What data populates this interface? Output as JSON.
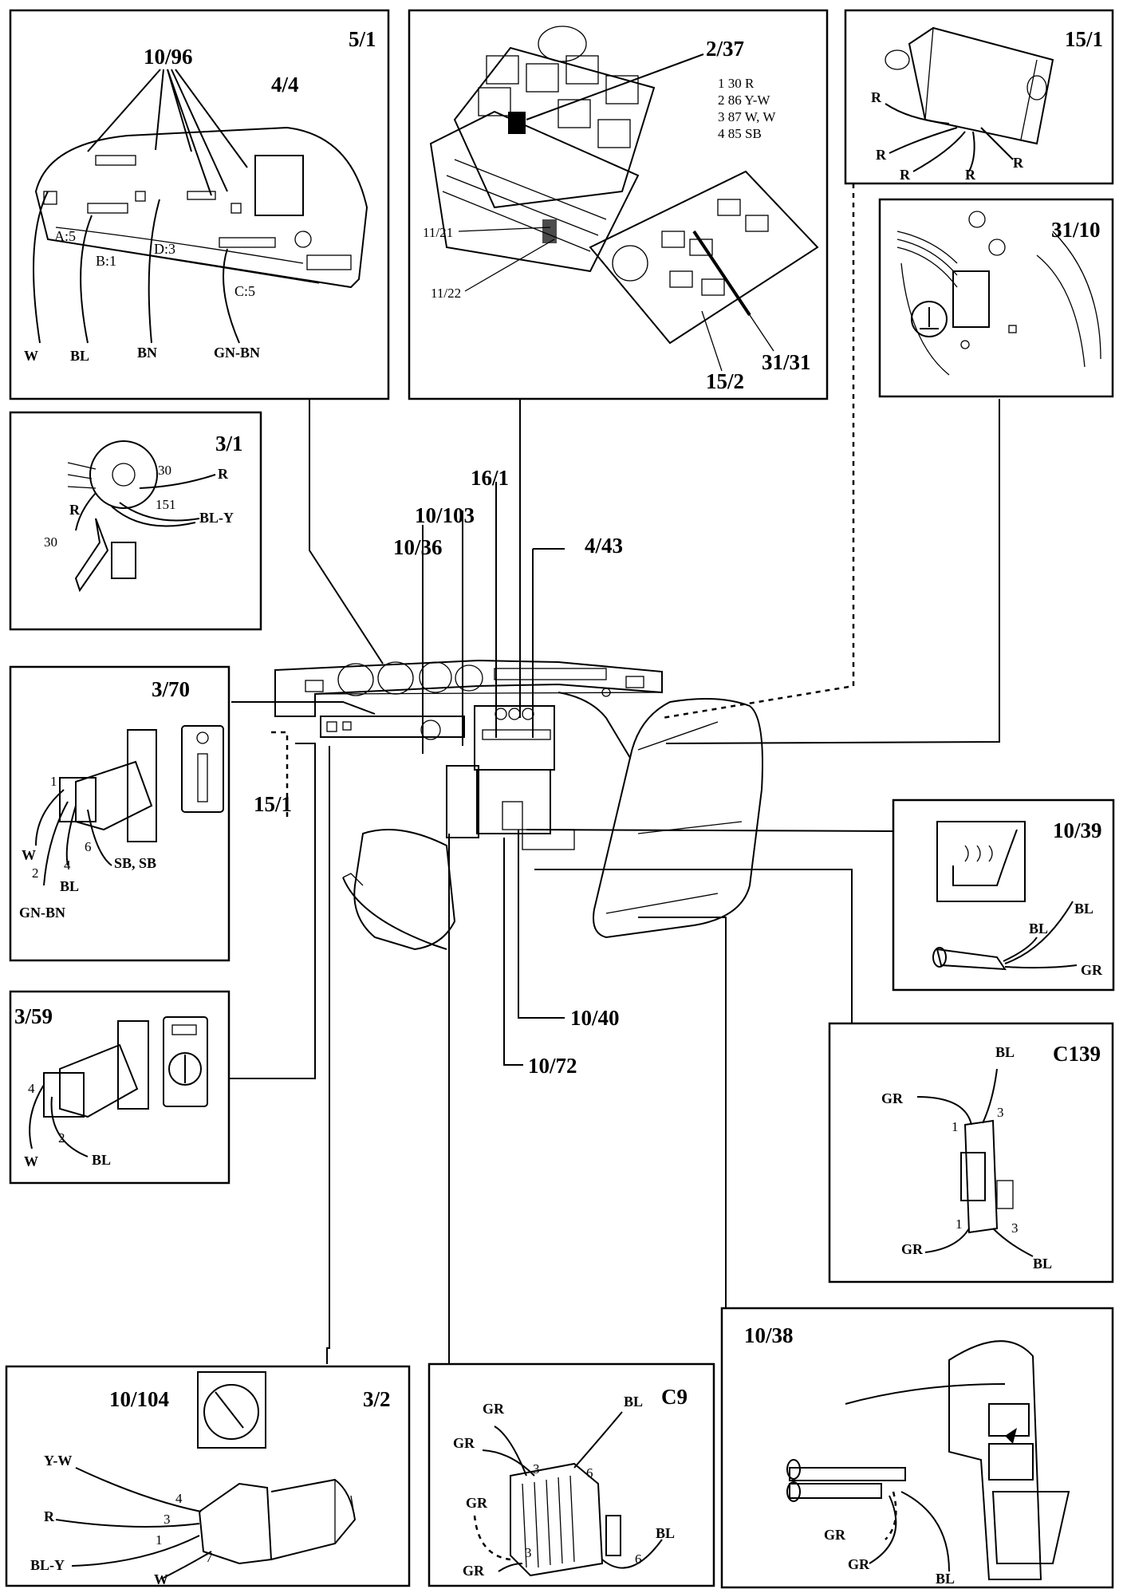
{
  "panels": {
    "p5_1": {
      "id": "5/1",
      "labels": [
        "10/96",
        "4/4"
      ],
      "connectors": [
        "A:5",
        "B:1",
        "D:3",
        "C:5"
      ],
      "wires": [
        "W",
        "BL",
        "BN",
        "GN-BN"
      ]
    },
    "p2_37": {
      "labels": [
        "2/37",
        "11/21",
        "11/22",
        "31/31",
        "15/2"
      ],
      "pin_table": [
        "1 30 R",
        "2 86 Y-W",
        "3 87 W, W",
        "4 85 SB"
      ]
    },
    "p15_1": {
      "id": "15/1",
      "wires": [
        "R",
        "R",
        "R",
        "R",
        "R"
      ]
    },
    "p31_10": {
      "id": "31/10"
    },
    "p3_1": {
      "id": "3/1",
      "pins": [
        "30",
        "30",
        "151"
      ],
      "wires": [
        "R",
        "R",
        "BL-Y"
      ]
    },
    "p3_70": {
      "id": "3/70",
      "pins": [
        "1",
        "2",
        "4",
        "6"
      ],
      "wires": [
        "W",
        "BL",
        "GN-BN",
        "SB, SB"
      ]
    },
    "p3_59": {
      "id": "3/59",
      "pins": [
        "4",
        "2"
      ],
      "wires": [
        "W",
        "BL"
      ]
    },
    "p10_39": {
      "id": "10/39",
      "wires": [
        "BL",
        "BL",
        "GR"
      ]
    },
    "pC139": {
      "id": "C139",
      "pins": [
        "1",
        "3",
        "1",
        "3"
      ],
      "wires": [
        "GR",
        "BL",
        "GR",
        "BL"
      ]
    },
    "p10_104": {
      "labels": [
        "10/104",
        "3/2"
      ],
      "pins": [
        "4",
        "3",
        "1",
        "7"
      ],
      "wires": [
        "Y-W",
        "R",
        "BL-Y",
        "W"
      ]
    },
    "pC9": {
      "id": "C9",
      "pins": [
        "3",
        "6",
        "3",
        "6"
      ],
      "wires": [
        "GR",
        "GR",
        "BL",
        "GR",
        "GR",
        "BL"
      ]
    },
    "p10_38": {
      "id": "10/38",
      "wires": [
        "GR",
        "GR",
        "BL"
      ]
    }
  },
  "callouts": [
    "16/1",
    "10/103",
    "10/36",
    "4/43",
    "15/1",
    "10/40",
    "10/72"
  ]
}
